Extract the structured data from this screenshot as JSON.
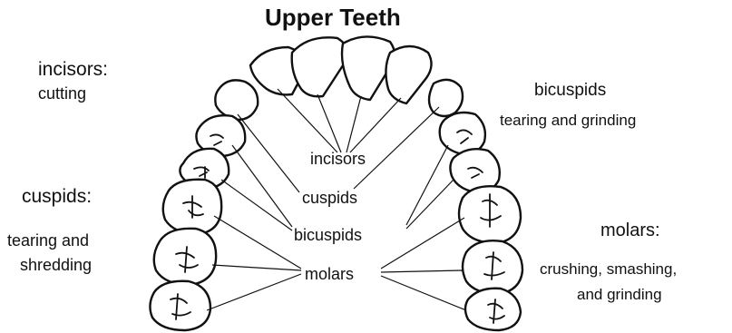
{
  "title": "Upper Teeth",
  "left": {
    "incisors_head": "incisors:",
    "incisors_sub": "cutting",
    "cuspids_head": "cuspids:",
    "cuspids_sub_1": "tearing and",
    "cuspids_sub_2": "shredding"
  },
  "right": {
    "bicuspids_head": "bicuspids",
    "bicuspids_sub": "tearing and grinding",
    "molars_head": "molars:",
    "molars_sub_1": "crushing, smashing,",
    "molars_sub_2": "and grinding"
  },
  "center": {
    "incisors": "incisors",
    "cuspids": "cuspids",
    "bicuspids": "bicuspids",
    "molars": "molars"
  }
}
